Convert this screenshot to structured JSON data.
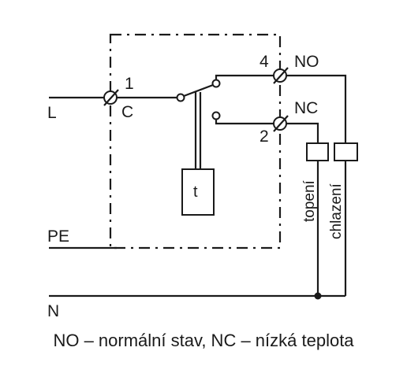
{
  "labels": {
    "L": "L",
    "PE": "PE",
    "N": "N",
    "terminal_1": "1",
    "terminal_C": "C",
    "terminal_4": "4",
    "terminal_NO": "NO",
    "terminal_2": "2",
    "terminal_NC": "NC",
    "thermostat": "t",
    "heating": "topení",
    "cooling": "chlazení"
  },
  "caption": "NO – normální stav, NC – nízká teplota"
}
